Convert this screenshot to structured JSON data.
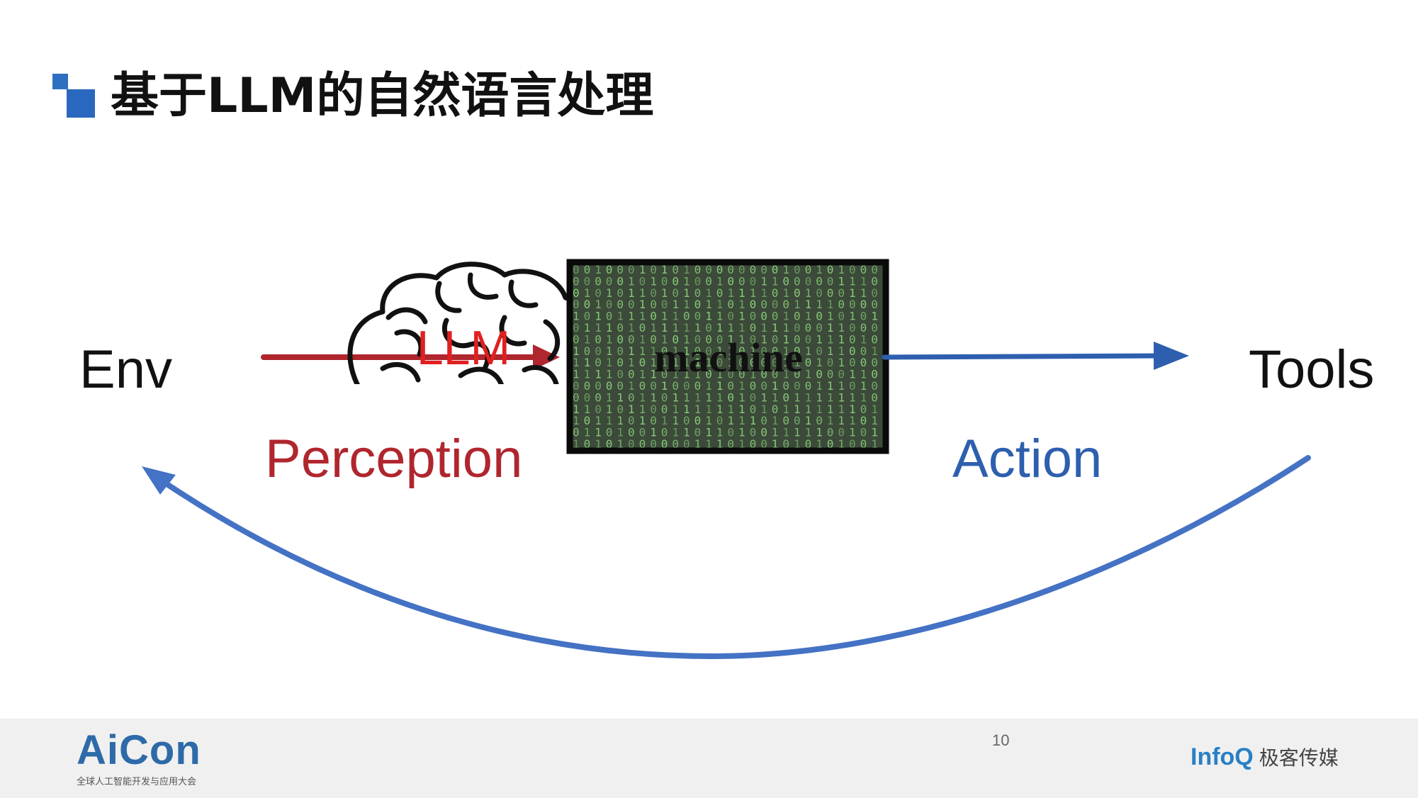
{
  "title": "基于LLM的自然语言处理",
  "diagram": {
    "env_label": "Env",
    "tools_label": "Tools",
    "perception_label": "Perception",
    "action_label": "Action",
    "llm_label": "LLM",
    "machine_label": "machine",
    "binary_rows": [
      "0010001010100000000100101000",
      "0000010100100100011000001110",
      "0101011010101011110101000110",
      "0010001001101101000011110000",
      "1010111011001101000101010101",
      "0111010111110111011100011000",
      "0101001010100011010100111010",
      "1001011101100110100101011001",
      "1101010111111010000110101000",
      "1111001101110100100101000110",
      "0000010010001101001000111010",
      "0001101101111101011011111110",
      "1101011001111111010111111101",
      "1011101011001011101001011101",
      "0110100101101101001111100101",
      "1010100000011101001010101001"
    ],
    "colors": {
      "perception": "#b0262e",
      "action": "#2d5fae",
      "loop": "#4472c4",
      "matrix_bg": "#3c4a3a",
      "matrix_text": "#8fd97e"
    }
  },
  "footer": {
    "left_logo": "AiCon",
    "left_logo_sub": "全球人工智能开发与应用大会",
    "page_number": "10",
    "right_logo_en": "InfoQ",
    "right_logo_cn": "极客传媒"
  }
}
